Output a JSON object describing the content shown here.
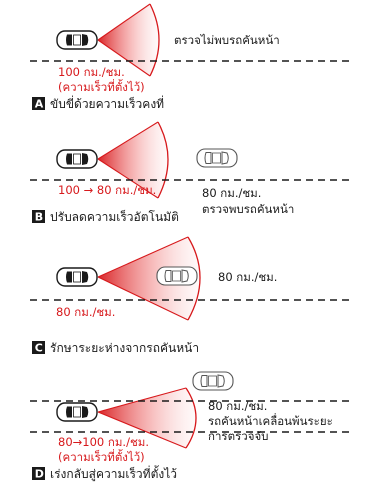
{
  "colors": {
    "beam": "#d7191c",
    "text_red": "#d7191c",
    "label_box": "#1a1a1a"
  },
  "panel_a": {
    "letter": "A",
    "caption": "ขับขี่ด้วยความเร็วคงที่",
    "status": "ตรวจไม่พบรถคันหน้า",
    "speed_line1": "100 กม./ชม.",
    "speed_line2": "(ความเร็วที่ตั้งไว้)"
  },
  "panel_b": {
    "letter": "B",
    "caption": "ปรับลดความเร็วอัตโนมัติ",
    "own_speed": "100 → 80 กม./ชม.",
    "lead_speed": "80 กม./ชม.",
    "status": "ตรวจพบรถคันหน้า"
  },
  "panel_c": {
    "letter": "C",
    "caption": "รักษาระยะห่างจากรถคันหน้า",
    "lead_speed": "80 กม./ชม.",
    "own_speed": "80 กม./ชม."
  },
  "panel_d": {
    "letter": "D",
    "caption": "เร่งกลับสู่ความเร็วที่ตั้งไว้",
    "lead_speed": "80 กม./ชม.",
    "status_line1": "รถคันหน้าเคลื่อนพ้นระยะ",
    "status_line2": "การตรวจจับ",
    "own_speed_line1": "80→100 กม./ชม.",
    "own_speed_line2": "(ความเร็วที่ตั้งไว้)"
  },
  "icons": [
    "car-icon",
    "radar-beam-icon",
    "lane-divider"
  ]
}
